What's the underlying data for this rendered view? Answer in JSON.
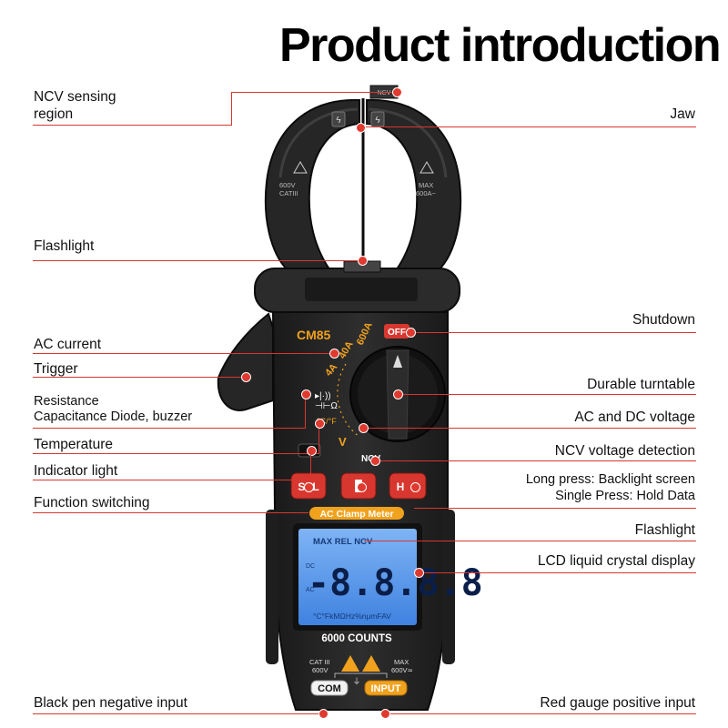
{
  "title": "Product introduction",
  "callouts": {
    "ncv_region": "NCV sensing\nregion",
    "jaw": "Jaw",
    "flashlight_top": "Flashlight",
    "shutdown": "Shutdown",
    "ac_current": "AC current",
    "trigger": "Trigger",
    "durable_turntable": "Durable turntable",
    "resistance": "Resistance\nCapacitance Diode, buzzer",
    "ac_dc_voltage": "AC and DC voltage",
    "temperature": "Temperature",
    "ncv_detection": "NCV voltage detection",
    "indicator_light": "Indicator light",
    "long_press": "Long press: Backlight screen\nSingle Press: Hold Data",
    "function_switching": "Function switching",
    "flashlight_bottom": "Flashlight",
    "lcd": "LCD liquid crystal display",
    "black_pen": "Black pen negative input",
    "red_gauge": "Red gauge positive input"
  },
  "device": {
    "model": "CM85",
    "off_label": "OFF",
    "range_600a": "600A",
    "range_40a": "40A",
    "range_4a": "4A",
    "ncv_dial": "NCV",
    "ncv_tip": "NCV",
    "v_label": "V",
    "temp_label": "°C/°F",
    "sel_button": "SEL",
    "hold_button": "H",
    "banner": "AC Clamp Meter",
    "lcd_top": "MAX REL NCV",
    "lcd_digits": "-8.8.8.8",
    "lcd_dc": "DC",
    "lcd_ac": "AC",
    "lcd_units": "°C°FkMΩHz%nμmFAV",
    "counts": "6000 COUNTS",
    "cat_left": "CAT III\n600V",
    "cat_right": "MAX\n600V≃",
    "jaw_left": "600V\nCATIII",
    "jaw_right": "MAX\n600A~",
    "com": "COM",
    "input": "INPUT"
  },
  "colors": {
    "accent_red": "#d8372f",
    "orange": "#f0a21e",
    "body": "#222222",
    "lcd": "#5a9ae8"
  }
}
